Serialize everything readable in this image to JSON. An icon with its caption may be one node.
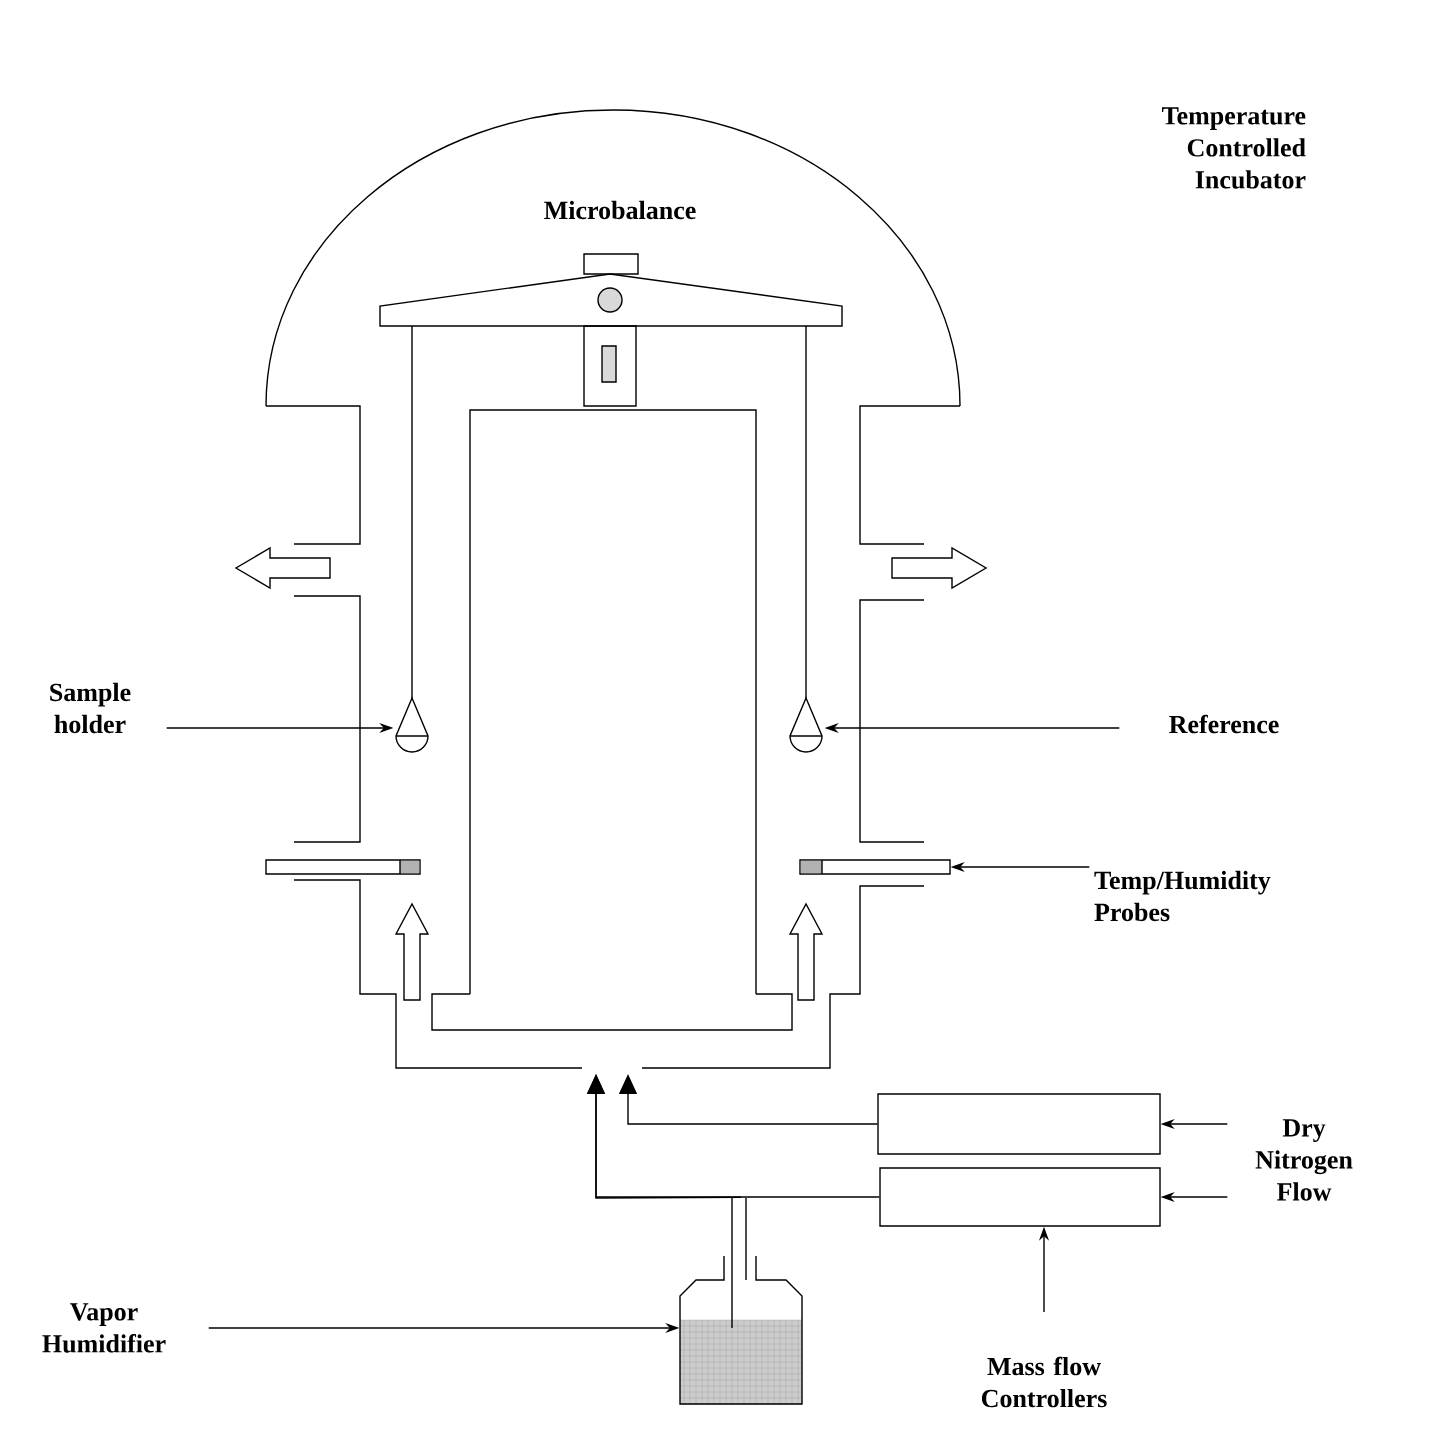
{
  "diagram": {
    "nodes": [
      {
        "text": [
          "Sample holder"
        ]
      },
      {
        "text": [],
        "shape": "drop"
      },
      {
        "text": [
          "Reference"
        ]
      },
      {
        "text": [],
        "shape": "drop"
      },
      {
        "text": [
          "Temp/Humidity Probes"
        ]
      },
      {
        "text": [],
        "shape": "bar"
      },
      {
        "text": [
          "Vapor Humidifier"
        ]
      },
      {
        "text": [],
        "shape": "jar"
      },
      {
        "text": [],
        "shape": "box"
      },
      {
        "text": [],
        "shape": "box"
      },
      {
        "text": [
          "Dry Nitrogen Flow"
        ]
      },
      {
        "text": [
          "Mass flow Controllers"
        ]
      }
    ],
    "edges": [
      {
        "from": 0,
        "to": 1,
        "arrow": "to"
      },
      {
        "from": 2,
        "to": 3,
        "arrow": "to"
      },
      {
        "from": 4,
        "to": 5,
        "arrow": "to"
      },
      {
        "from": 6,
        "to": 7,
        "arrow": "to"
      },
      {
        "from": 10,
        "to": 8,
        "arrow": "to"
      },
      {
        "from": 10,
        "to": 9,
        "arrow": "to"
      },
      {
        "from": 11,
        "to": 9,
        "arrow": "to"
      },
      {
        "from": 8,
        "to": null,
        "arrow": "to"
      },
      {
        "from": 9,
        "to": null,
        "arrow": "to"
      },
      {
        "from": 7,
        "to": null,
        "arrow": "to"
      }
    ],
    "labels": [
      "Temperature Controlled Incubator",
      "Microbalance"
    ]
  }
}
